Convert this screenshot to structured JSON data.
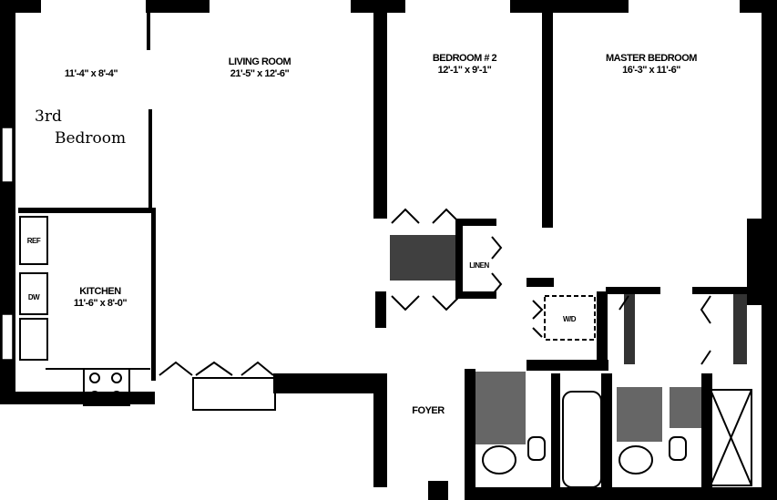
{
  "rooms": {
    "third_bedroom": {
      "dims": "11'-4\" x 8'-4\"",
      "handwritten_line1": "3rd",
      "handwritten_line2": "Bedroom"
    },
    "living_room": {
      "name": "LIVING ROOM",
      "dims": "21'-5\" x 12'-6\""
    },
    "bedroom2": {
      "name": "BEDROOM # 2",
      "dims": "12'-1\" x 9'-1\""
    },
    "master_bedroom": {
      "name": "MASTER BEDROOM",
      "dims": "16'-3\" x 11'-6\""
    },
    "kitchen": {
      "name": "KITCHEN",
      "dims": "11'-6\" x 8'-0\""
    },
    "foyer": {
      "name": "FOYER"
    }
  },
  "fixtures": {
    "ref": "REF",
    "dw": "DW",
    "linen": "LINEN",
    "wd": "W/D"
  }
}
